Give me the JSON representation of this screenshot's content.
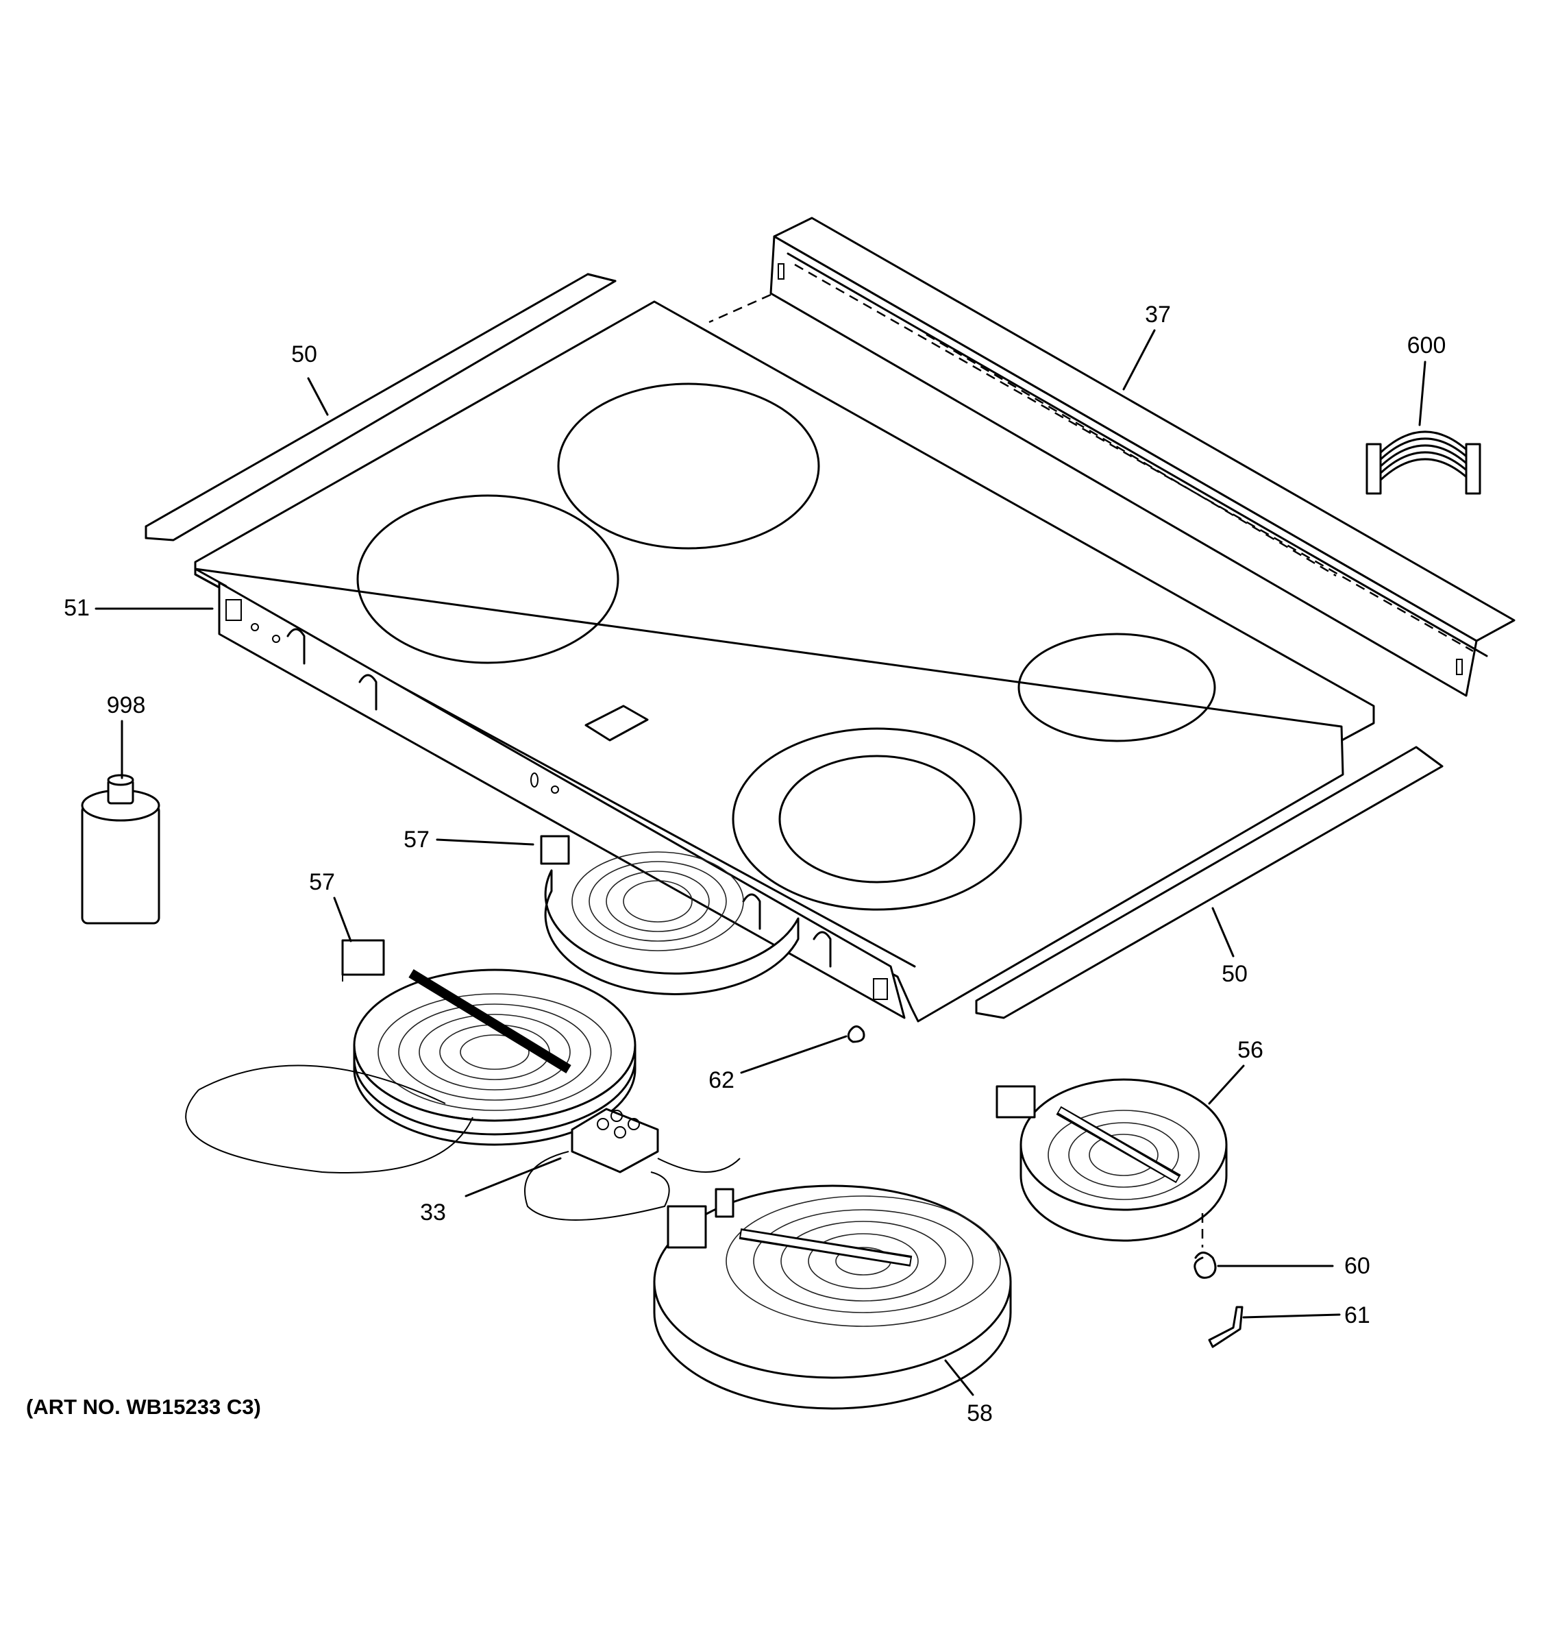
{
  "art_number": "(ART NO. WB15233 C3)",
  "callouts": {
    "c50_left": "50",
    "c37": "37",
    "c600": "600",
    "c51": "51",
    "c998": "998",
    "c57_upper": "57",
    "c57_lower": "57",
    "c50_right": "50",
    "c62": "62",
    "c56": "56",
    "c33": "33",
    "c60": "60",
    "c61": "61",
    "c58": "58"
  }
}
